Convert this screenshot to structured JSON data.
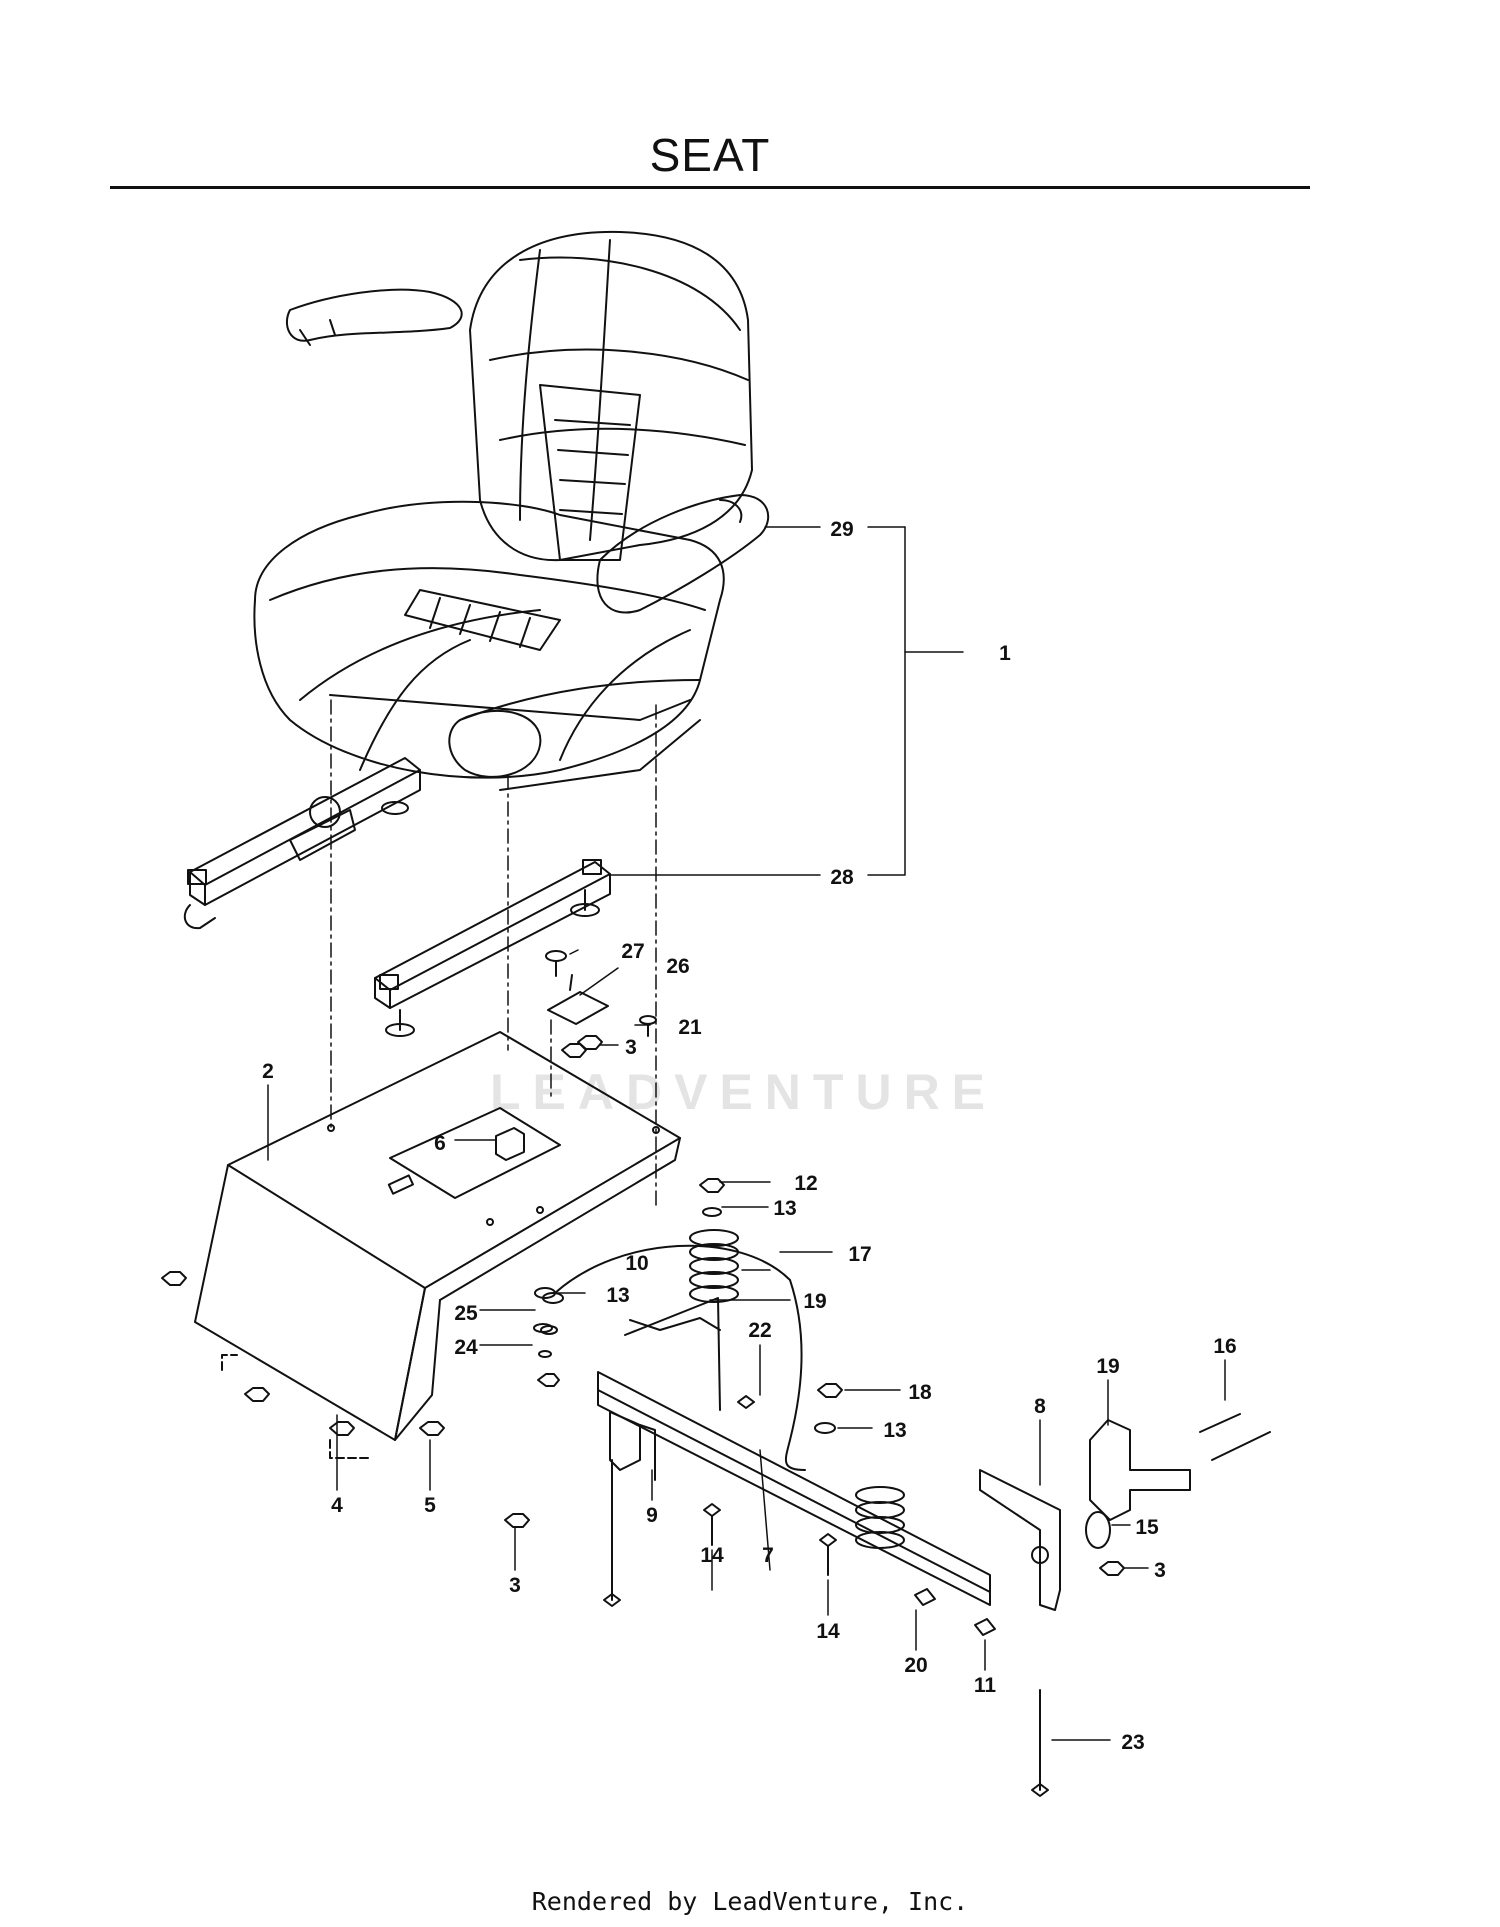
{
  "title": "SEAT",
  "footer": "Rendered by LeadVenture, Inc.",
  "watermark": "LEADVENTURE",
  "callouts": [
    {
      "id": "29",
      "label": "29"
    },
    {
      "id": "1",
      "label": "1"
    },
    {
      "id": "28",
      "label": "28"
    },
    {
      "id": "27",
      "label": "27"
    },
    {
      "id": "26",
      "label": "26"
    },
    {
      "id": "21",
      "label": "21"
    },
    {
      "id": "3a",
      "label": "3"
    },
    {
      "id": "2",
      "label": "2"
    },
    {
      "id": "6",
      "label": "6"
    },
    {
      "id": "12",
      "label": "12"
    },
    {
      "id": "13a",
      "label": "13"
    },
    {
      "id": "17",
      "label": "17"
    },
    {
      "id": "10",
      "label": "10"
    },
    {
      "id": "13b",
      "label": "13"
    },
    {
      "id": "19a",
      "label": "19"
    },
    {
      "id": "25",
      "label": "25"
    },
    {
      "id": "24",
      "label": "24"
    },
    {
      "id": "22",
      "label": "22"
    },
    {
      "id": "18",
      "label": "18"
    },
    {
      "id": "13c",
      "label": "13"
    },
    {
      "id": "16",
      "label": "16"
    },
    {
      "id": "19b",
      "label": "19"
    },
    {
      "id": "8",
      "label": "8"
    },
    {
      "id": "15",
      "label": "15"
    },
    {
      "id": "3b",
      "label": "3"
    },
    {
      "id": "4",
      "label": "4"
    },
    {
      "id": "5",
      "label": "5"
    },
    {
      "id": "9",
      "label": "9"
    },
    {
      "id": "14a",
      "label": "14"
    },
    {
      "id": "7",
      "label": "7"
    },
    {
      "id": "3c",
      "label": "3"
    },
    {
      "id": "14b",
      "label": "14"
    },
    {
      "id": "20",
      "label": "20"
    },
    {
      "id": "11",
      "label": "11"
    },
    {
      "id": "23",
      "label": "23"
    }
  ]
}
